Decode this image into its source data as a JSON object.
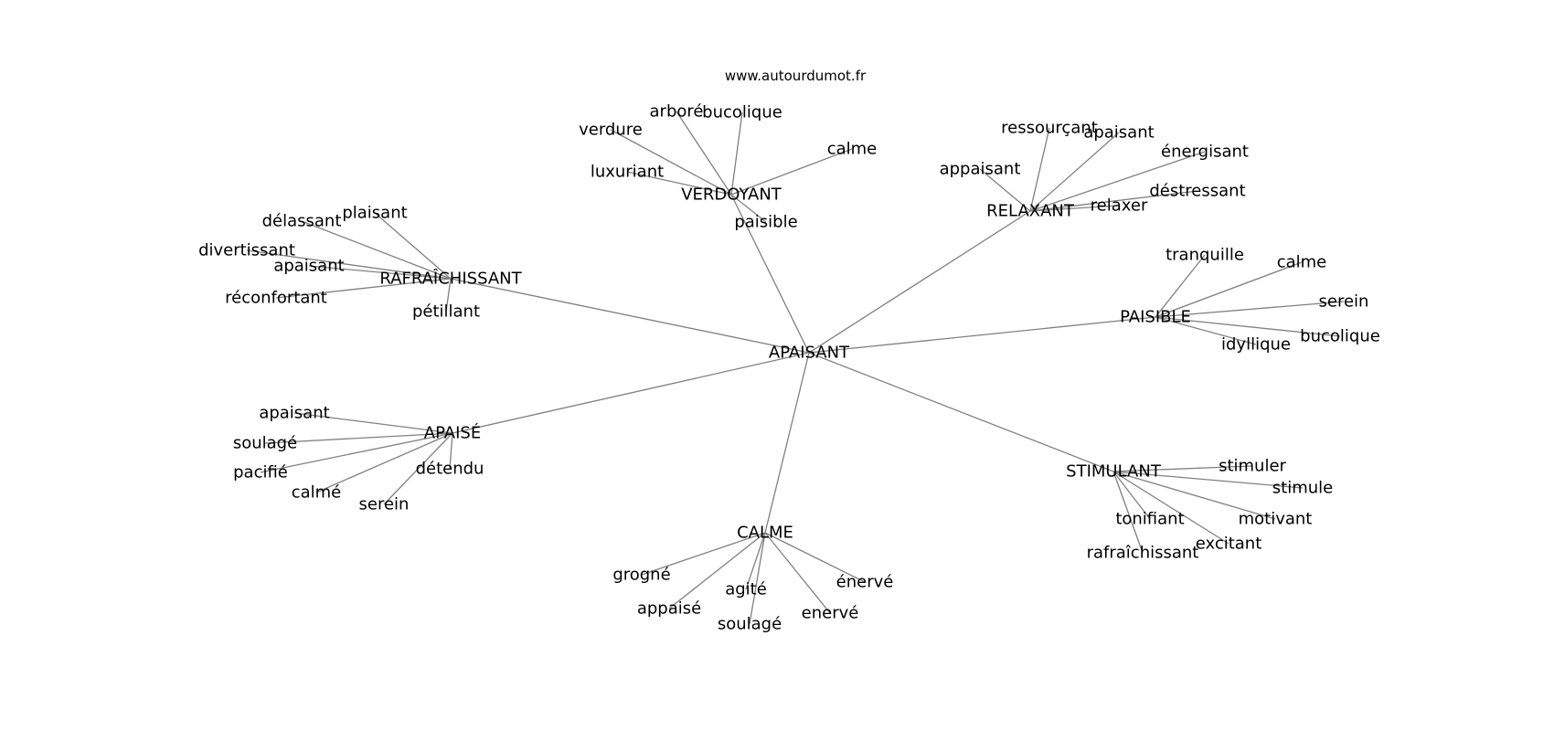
{
  "credit": "www.autourdumot.fr",
  "graph": {
    "center": "APAISANT",
    "clusters": [
      {
        "hub": "VERDOYANT",
        "leaves": [
          "arboré",
          "bucolique",
          "verdure",
          "calme",
          "luxuriant",
          "paisible"
        ]
      },
      {
        "hub": "RELAXANT",
        "leaves": [
          "ressourçant",
          "apaisant",
          "énergisant",
          "appaisant",
          "déstressant",
          "relaxer"
        ]
      },
      {
        "hub": "RAFRAÎCHISSANT",
        "leaves": [
          "plaisant",
          "délassant",
          "divertissant",
          "apaisant",
          "réconfortant",
          "pétillant"
        ]
      },
      {
        "hub": "PAISIBLE",
        "leaves": [
          "tranquille",
          "calme",
          "serein",
          "bucolique",
          "idyllique"
        ]
      },
      {
        "hub": "APAISÉ",
        "leaves": [
          "apaisant",
          "soulagé",
          "pacifié",
          "calmé",
          "serein",
          "détendu"
        ]
      },
      {
        "hub": "STIMULANT",
        "leaves": [
          "stimuler",
          "stimule",
          "tonifiant",
          "motivant",
          "excitant",
          "rafraîchissant"
        ]
      },
      {
        "hub": "CALME",
        "leaves": [
          "grogné",
          "appaisé",
          "agité",
          "soulagé",
          "enervé",
          "énervé"
        ]
      }
    ]
  }
}
